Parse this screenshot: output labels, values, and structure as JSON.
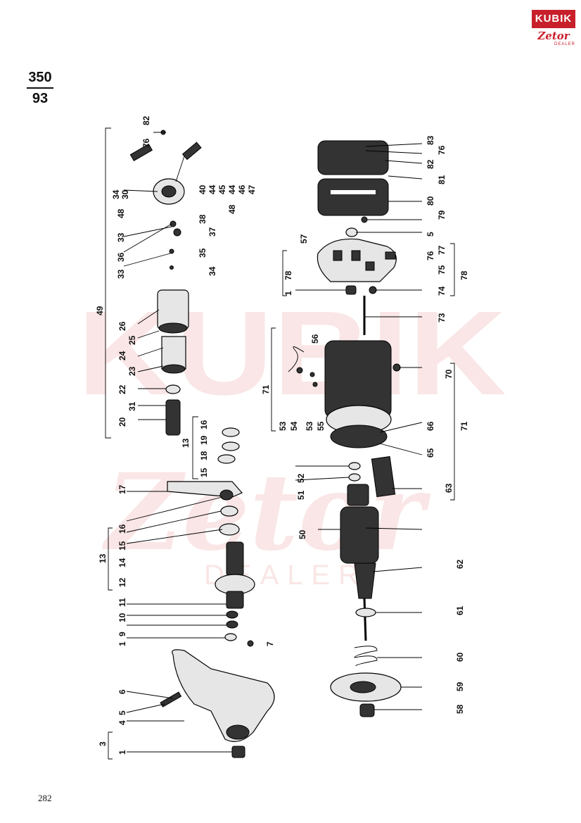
{
  "logo": {
    "top": "KUBIK",
    "bottom": "Zetor",
    "sub": "DEALER"
  },
  "page_ref": {
    "top": "350",
    "bottom": "93"
  },
  "page_number": "282",
  "watermark": {
    "text1": "KUBIK",
    "text2": "Zetor",
    "text3": "DEALER"
  },
  "labels": [
    "82",
    "76",
    "34",
    "30",
    "48",
    "40",
    "44",
    "45",
    "44",
    "46",
    "47",
    "48",
    "33",
    "38",
    "36",
    "37",
    "35",
    "33",
    "34",
    "49",
    "26",
    "25",
    "24",
    "23",
    "22",
    "31",
    "20",
    "13",
    "15",
    "18",
    "19",
    "16",
    "17",
    "16",
    "15",
    "14",
    "13",
    "12",
    "11",
    "10",
    "9",
    "1",
    "7",
    "6",
    "5",
    "4",
    "3",
    "1",
    "83",
    "76",
    "82",
    "81",
    "80",
    "79",
    "57",
    "5",
    "78",
    "77",
    "76",
    "75",
    "78",
    "74",
    "1",
    "73",
    "56",
    "71",
    "70",
    "53",
    "54",
    "53",
    "55",
    "66",
    "71",
    "65",
    "52",
    "51",
    "63",
    "50",
    "62",
    "61",
    "60",
    "59",
    "58"
  ]
}
